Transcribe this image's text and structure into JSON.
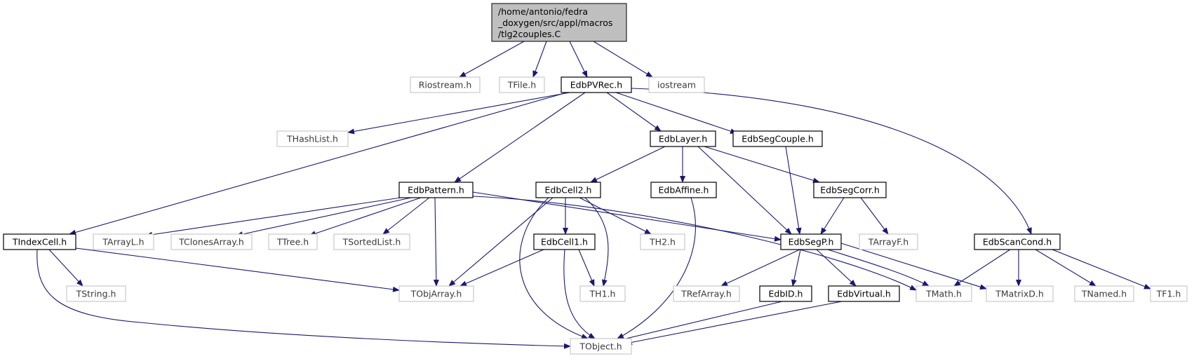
{
  "diagram": {
    "root": {
      "id": "root",
      "lines": [
        "/home/antonio/fedra",
        "_doxygen/src/appl/macros",
        "/tlg2couples.C"
      ]
    },
    "nodes": [
      {
        "id": "riostream",
        "label": "Riostream.h",
        "external": true
      },
      {
        "id": "tfile",
        "label": "TFile.h",
        "external": true
      },
      {
        "id": "edbpvrec",
        "label": "EdbPVRec.h",
        "external": false
      },
      {
        "id": "iostream",
        "label": "iostream",
        "external": true
      },
      {
        "id": "thashlist",
        "label": "THashList.h",
        "external": true
      },
      {
        "id": "edblayer",
        "label": "EdbLayer.h",
        "external": false
      },
      {
        "id": "edbsegcouple",
        "label": "EdbSegCouple.h",
        "external": false
      },
      {
        "id": "edbpattern",
        "label": "EdbPattern.h",
        "external": false
      },
      {
        "id": "edbcell2",
        "label": "EdbCell2.h",
        "external": false
      },
      {
        "id": "edbaffine",
        "label": "EdbAffine.h",
        "external": false
      },
      {
        "id": "edbsegcorr",
        "label": "EdbSegCorr.h",
        "external": false
      },
      {
        "id": "tindexcell",
        "label": "TIndexCell.h",
        "external": false
      },
      {
        "id": "tarrayl",
        "label": "TArrayL.h",
        "external": true
      },
      {
        "id": "tclonesarray",
        "label": "TClonesArray.h",
        "external": true
      },
      {
        "id": "ttree",
        "label": "TTree.h",
        "external": true
      },
      {
        "id": "tsortedlist",
        "label": "TSortedList.h",
        "external": true
      },
      {
        "id": "edbcell1",
        "label": "EdbCell1.h",
        "external": false
      },
      {
        "id": "th2",
        "label": "TH2.h",
        "external": true
      },
      {
        "id": "edbsegp",
        "label": "EdbSegP.h",
        "external": false
      },
      {
        "id": "tarrayf",
        "label": "TArrayF.h",
        "external": true
      },
      {
        "id": "edbscancond",
        "label": "EdbScanCond.h",
        "external": false
      },
      {
        "id": "tstring",
        "label": "TString.h",
        "external": true
      },
      {
        "id": "tobjarray",
        "label": "TObjArray.h",
        "external": true
      },
      {
        "id": "th1",
        "label": "TH1.h",
        "external": true
      },
      {
        "id": "trefarray",
        "label": "TRefArray.h",
        "external": true
      },
      {
        "id": "edbid",
        "label": "EdbID.h",
        "external": false
      },
      {
        "id": "edbvirtual",
        "label": "EdbVirtual.h",
        "external": false
      },
      {
        "id": "tmath",
        "label": "TMath.h",
        "external": true
      },
      {
        "id": "tmatrixd",
        "label": "TMatrixD.h",
        "external": true
      },
      {
        "id": "tnamed",
        "label": "TNamed.h",
        "external": true
      },
      {
        "id": "tf1",
        "label": "TF1.h",
        "external": true
      },
      {
        "id": "tobject",
        "label": "TObject.h",
        "external": true
      }
    ],
    "edges": [
      [
        "root",
        "riostream"
      ],
      [
        "root",
        "tfile"
      ],
      [
        "root",
        "edbpvrec"
      ],
      [
        "root",
        "iostream"
      ],
      [
        "edbpvrec",
        "thashlist"
      ],
      [
        "edbpvrec",
        "edblayer"
      ],
      [
        "edbpvrec",
        "edbsegcouple"
      ],
      [
        "edbpvrec",
        "edbpattern"
      ],
      [
        "edbpvrec",
        "tindexcell"
      ],
      [
        "edbpvrec",
        "edbscancond"
      ],
      [
        "edblayer",
        "edbcell2"
      ],
      [
        "edblayer",
        "edbaffine"
      ],
      [
        "edblayer",
        "edbsegcorr"
      ],
      [
        "edblayer",
        "edbsegp"
      ],
      [
        "edbsegcouple",
        "edbsegp"
      ],
      [
        "edbsegcorr",
        "edbsegp"
      ],
      [
        "edbsegcorr",
        "tarrayf"
      ],
      [
        "edbpattern",
        "tarrayl"
      ],
      [
        "edbpattern",
        "tclonesarray"
      ],
      [
        "edbpattern",
        "ttree"
      ],
      [
        "edbpattern",
        "tsortedlist"
      ],
      [
        "edbpattern",
        "tobjarray"
      ],
      [
        "edbpattern",
        "edbsegp"
      ],
      [
        "edbpattern",
        "tmath"
      ],
      [
        "edbcell2",
        "edbcell1"
      ],
      [
        "edbcell2",
        "th2"
      ],
      [
        "edbcell2",
        "th1"
      ],
      [
        "edbcell2",
        "tobjarray"
      ],
      [
        "edbcell2",
        "tobject"
      ],
      [
        "edbaffine",
        "tobject"
      ],
      [
        "tindexcell",
        "tstring"
      ],
      [
        "tindexcell",
        "tobjarray"
      ],
      [
        "tindexcell",
        "tobject"
      ],
      [
        "edbcell1",
        "tobjarray"
      ],
      [
        "edbcell1",
        "th1"
      ],
      [
        "edbcell1",
        "tobject"
      ],
      [
        "edbsegp",
        "trefarray"
      ],
      [
        "edbsegp",
        "edbid"
      ],
      [
        "edbsegp",
        "edbvirtual"
      ],
      [
        "edbsegp",
        "tmath"
      ],
      [
        "edbsegp",
        "tmatrixd"
      ],
      [
        "edbscancond",
        "tmath"
      ],
      [
        "edbscancond",
        "tmatrixd"
      ],
      [
        "edbscancond",
        "tnamed"
      ],
      [
        "edbscancond",
        "tf1"
      ],
      [
        "edbid",
        "tobject"
      ],
      [
        "edbvirtual",
        "tobject"
      ]
    ],
    "colors": {
      "edge": "#191970",
      "root_fill": "#bfbfbf",
      "node_border": "#000000",
      "external_border": "#bfbfbf",
      "external_text": "#3a3a3a"
    }
  }
}
